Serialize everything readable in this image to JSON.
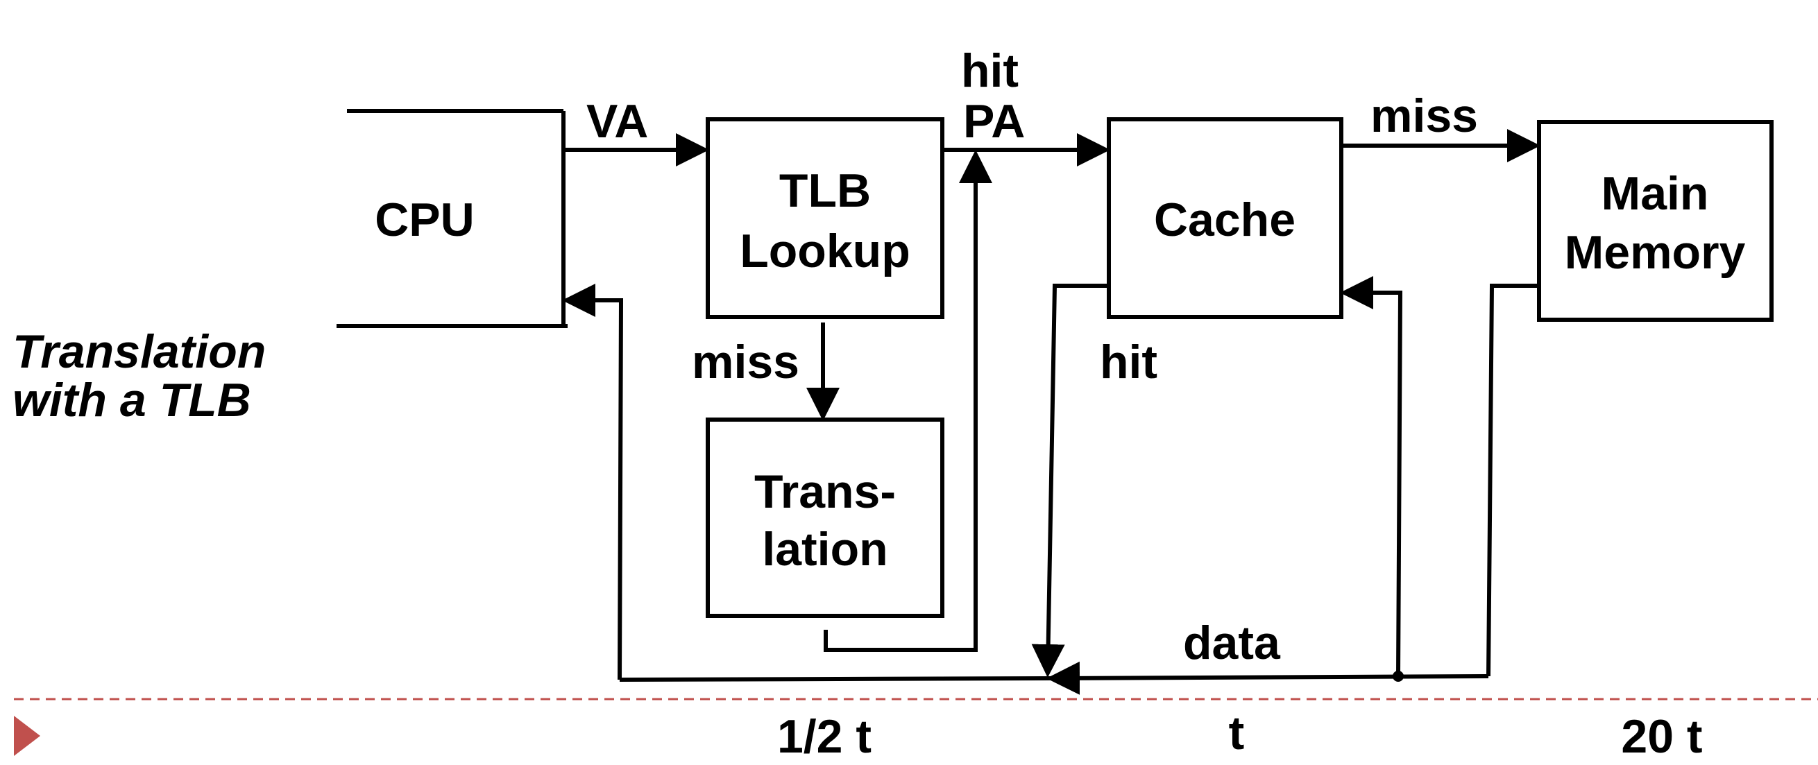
{
  "title": {
    "line1": "Translation",
    "line2": "with a TLB"
  },
  "blocks": {
    "cpu": "CPU",
    "tlb_line1": "TLB",
    "tlb_line2": "Lookup",
    "translation_line1": "Trans-",
    "translation_line2": "lation",
    "cache": "Cache",
    "memory_line1": "Main",
    "memory_line2": "Memory"
  },
  "signals": {
    "va": "VA",
    "hit_pa_line1": "hit",
    "hit_pa_line2": "PA",
    "tlb_miss": "miss",
    "cache_miss": "miss",
    "cache_hit": "hit",
    "data": "data"
  },
  "timings": {
    "tlb": "1/2 t",
    "cache": "t",
    "memory": "20 t"
  },
  "colors": {
    "divider": "#c0504d",
    "marker": "#c0504d",
    "ink": "#000000"
  }
}
